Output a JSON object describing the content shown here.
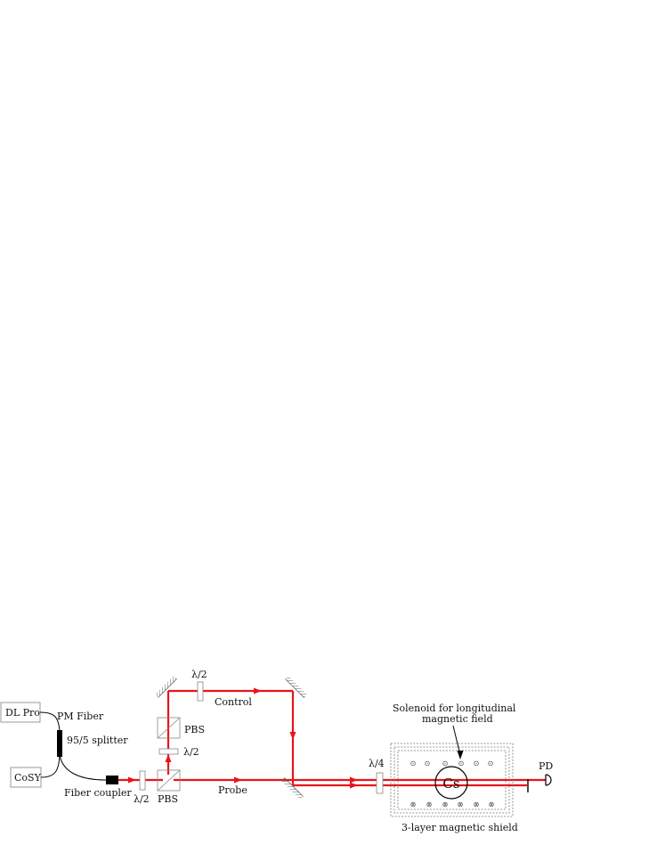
{
  "labels": {
    "dl_pro": "DL Pro",
    "pm_fiber": "PM Fiber",
    "splitter": "95/5 splitter",
    "cosy": "CoSY",
    "fiber_coupler": "Fiber coupler",
    "half_wave_1": "λ/2",
    "pbs_1": "PBS",
    "pbs_2": "PBS",
    "half_wave_2": "λ/2",
    "half_wave_3": "λ/2",
    "control": "Control",
    "probe": "Probe",
    "quarter_wave": "λ/4",
    "solenoid": "Solenoid for longitudinal",
    "solenoid_2": "magnetic field",
    "cs_cell": "Cs",
    "pd": "PD",
    "shield": "3-layer magnetic shield"
  },
  "symbols": {
    "field_out": "⊙",
    "field_in": "⊗"
  },
  "colors": {
    "beam": "#e8141b",
    "component": "#777777",
    "fiber": "#000000"
  }
}
